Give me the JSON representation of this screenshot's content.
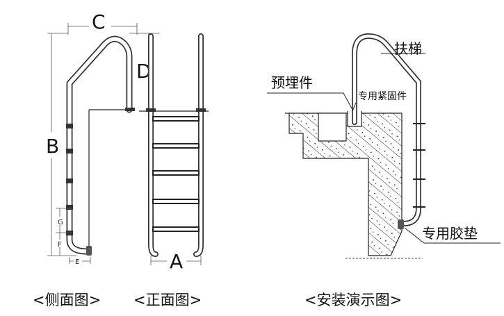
{
  "side_view": {
    "dim_c": "C",
    "dim_d": "D",
    "dim_b": "B",
    "dim_g": "G",
    "dim_f": "F",
    "dim_e": "E",
    "caption": "<侧面图>"
  },
  "front_view": {
    "dim_a": "A",
    "caption": "<正面图>"
  },
  "install_view": {
    "ladder_label": "扶梯",
    "embed_label": "预埋件",
    "fastener_label": "专用紧固件",
    "pad_label": "专用胶垫",
    "caption": "<安装演示图>"
  }
}
